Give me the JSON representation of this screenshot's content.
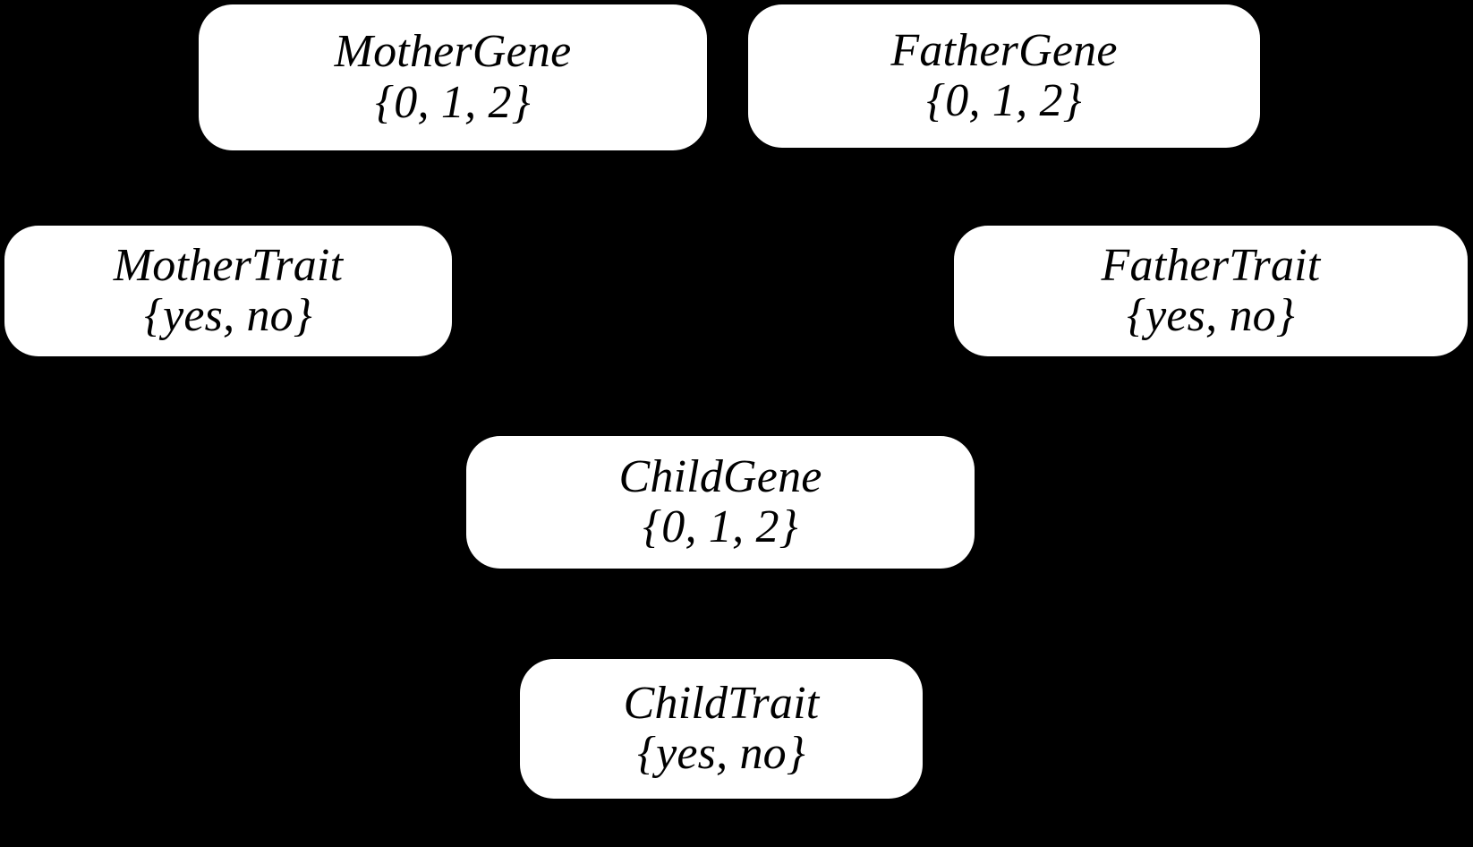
{
  "diagram": {
    "type": "bayesian-network",
    "title": "",
    "background_color": "#000000",
    "node_fill_color": "#ffffff",
    "node_text_color": "#000000",
    "nodes": [
      {
        "id": "mother-gene",
        "name": "MotherGene",
        "domain": "{0, 1, 2}",
        "values": [
          "0",
          "1",
          "2"
        ]
      },
      {
        "id": "father-gene",
        "name": "FatherGene",
        "domain": "{0, 1, 2}",
        "values": [
          "0",
          "1",
          "2"
        ]
      },
      {
        "id": "mother-trait",
        "name": "MotherTrait",
        "domain": "{yes, no}",
        "values": [
          "yes",
          "no"
        ]
      },
      {
        "id": "father-trait",
        "name": "FatherTrait",
        "domain": "{yes, no}",
        "values": [
          "yes",
          "no"
        ]
      },
      {
        "id": "child-gene",
        "name": "ChildGene",
        "domain": "{0, 1, 2}",
        "values": [
          "0",
          "1",
          "2"
        ]
      },
      {
        "id": "child-trait",
        "name": "ChildTrait",
        "domain": "{yes, no}",
        "values": [
          "yes",
          "no"
        ]
      }
    ]
  }
}
